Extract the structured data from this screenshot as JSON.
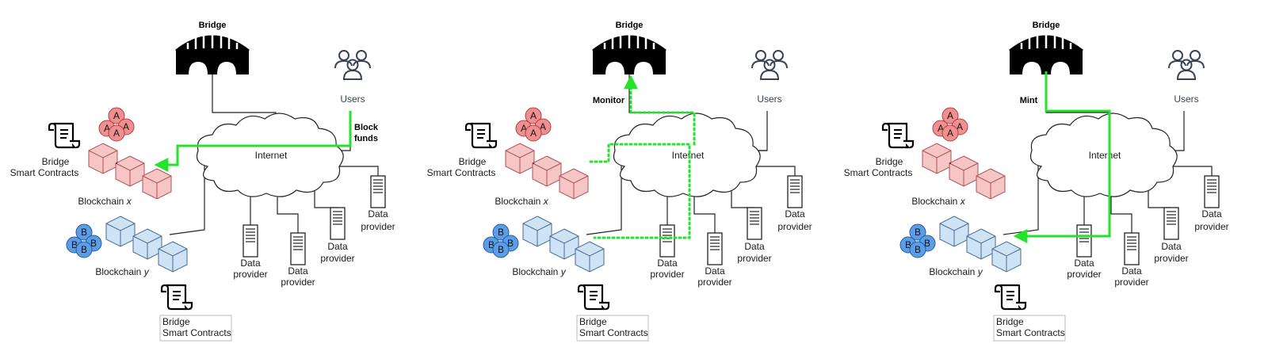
{
  "panels": [
    {
      "bridge_title": "Bridge",
      "users_label": "Users",
      "internet_label": "Internet",
      "action_label_line1": "Block",
      "action_label_line2": "funds",
      "contracts_x_line1": "Bridge",
      "contracts_x_line2": "Smart Contracts",
      "chain_x_prefix": "Blockchain ",
      "chain_x_var": "x",
      "chain_y_prefix": "Blockchain ",
      "chain_y_var": "y",
      "contracts_y_line1": "Bridge",
      "contracts_y_line2": "Smart Contracts",
      "dp1_line1": "Data",
      "dp1_line2": "provider",
      "dp2_line1": "Data",
      "dp2_line2": "provider",
      "dp3_line1": "Data",
      "dp3_line2": "provider",
      "dp4_line1": "Data",
      "dp4_line2": "provider",
      "token_a": "A",
      "token_b": "B"
    },
    {
      "bridge_title": "Bridge",
      "users_label": "Users",
      "internet_label": "Internet",
      "action_label_line1": "Monitor",
      "action_label_line2": "",
      "contracts_x_line1": "Bridge",
      "contracts_x_line2": "Smart Contracts",
      "chain_x_prefix": "Blockchain ",
      "chain_x_var": "x",
      "chain_y_prefix": "Blockchain ",
      "chain_y_var": "y",
      "contracts_y_line1": "Bridge",
      "contracts_y_line2": "Smart Contracts",
      "dp1_line1": "Data",
      "dp1_line2": "provider",
      "dp2_line1": "Data",
      "dp2_line2": "provider",
      "dp3_line1": "Data",
      "dp3_line2": "provider",
      "dp4_line1": "Data",
      "dp4_line2": "provider",
      "token_a": "A",
      "token_b": "B"
    },
    {
      "bridge_title": "Bridge",
      "users_label": "Users",
      "internet_label": "Internet",
      "action_label_line1": "Mint",
      "action_label_line2": "",
      "contracts_x_line1": "Bridge",
      "contracts_x_line2": "Smart Contracts",
      "chain_x_prefix": "Blockchain ",
      "chain_x_var": "x",
      "chain_y_prefix": "Blockchain ",
      "chain_y_var": "y",
      "contracts_y_line1": "Bridge",
      "contracts_y_line2": "Smart Contracts",
      "dp1_line1": "Data",
      "dp1_line2": "provider",
      "dp2_line1": "Data",
      "dp2_line2": "provider",
      "dp3_line1": "Data",
      "dp3_line2": "provider",
      "dp4_line1": "Data",
      "dp4_line2": "provider",
      "token_a": "A",
      "token_b": "B"
    }
  ],
  "colors": {
    "flow": "#22e52a",
    "chain_x_fill": "#f6c6c6",
    "chain_x_stroke": "#c25a5a",
    "chain_y_fill": "#cfe3f7",
    "chain_y_stroke": "#5a7aa0",
    "token_a_fill": "#f08f8f",
    "token_b_fill": "#5b9ee8",
    "users_stroke": "#3a4256"
  },
  "icons": [
    "bridge-icon",
    "users-icon",
    "cloud-icon",
    "scroll-icon",
    "server-icon",
    "block-icon",
    "token-cluster-icon"
  ]
}
